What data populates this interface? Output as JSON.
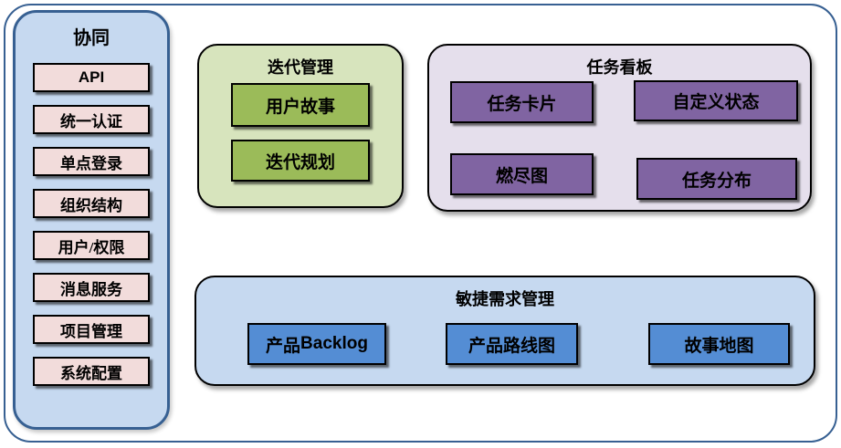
{
  "palette": {
    "outer_border": "#376092",
    "sidebar_fill": "#C6D9F0",
    "sidebar_item_fill": "#F2DCDB",
    "green_container": "#D7E4BD",
    "green_item": "#9BBB59",
    "purple_container": "#E5DFEC",
    "purple_item": "#8064A2",
    "blue_container": "#C6D9F0",
    "blue_item": "#548DD4"
  },
  "sidebar": {
    "title": "协同",
    "items": [
      {
        "text_cn": "",
        "text_en": "API"
      },
      {
        "text_cn": "统一认证",
        "text_en": ""
      },
      {
        "text_cn": "单点登录",
        "text_en": ""
      },
      {
        "text_cn": "组织结构",
        "text_en": ""
      },
      {
        "text_cn": "用户/权限",
        "text_en": ""
      },
      {
        "text_cn": "消息服务",
        "text_en": ""
      },
      {
        "text_cn": "项目管理",
        "text_en": ""
      },
      {
        "text_cn": "系统配置",
        "text_en": ""
      }
    ]
  },
  "iteration": {
    "title": "迭代管理",
    "items": [
      {
        "text_cn": "用户故事",
        "text_en": ""
      },
      {
        "text_cn": "迭代规划",
        "text_en": ""
      }
    ]
  },
  "kanban": {
    "title": "任务看板",
    "items": [
      {
        "text_cn": "任务卡片",
        "text_en": ""
      },
      {
        "text_cn": "自定义状态",
        "text_en": ""
      },
      {
        "text_cn": "燃尽图",
        "text_en": ""
      },
      {
        "text_cn": "任务分布",
        "text_en": ""
      }
    ]
  },
  "agile": {
    "title": "敏捷需求管理",
    "items": [
      {
        "text_cn": "产品",
        "text_en": "Backlog"
      },
      {
        "text_cn": "产品路线图",
        "text_en": ""
      },
      {
        "text_cn": "故事地图",
        "text_en": ""
      }
    ]
  }
}
